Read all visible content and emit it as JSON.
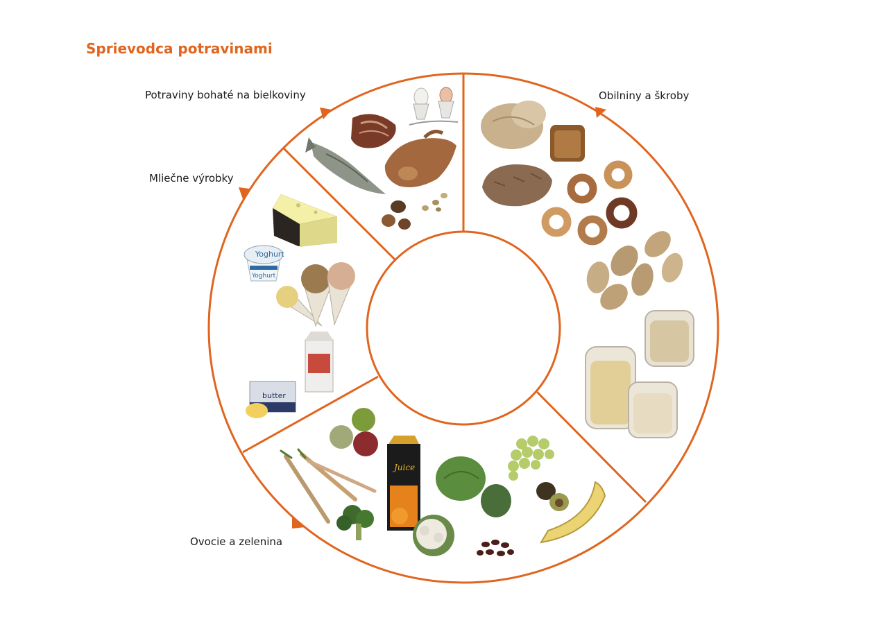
{
  "title": "Sprievodca potravinami",
  "colors": {
    "accent": "#e0651e",
    "text": "#1a1a1a",
    "background": "#ffffff"
  },
  "segments": [
    {
      "id": "protein",
      "label": "Potraviny bohaté na bielkoviny"
    },
    {
      "id": "grains",
      "label": "Obilniny a škroby"
    },
    {
      "id": "dairy",
      "label": "Mliečne výrobky"
    },
    {
      "id": "fruit_veg",
      "label": "Ovocie a zelenina"
    }
  ],
  "product_labels": {
    "yoghurt_lid": "Yoghurt",
    "yoghurt_tub": "Yoghurt",
    "butter": "butter",
    "juice": "Juice"
  }
}
